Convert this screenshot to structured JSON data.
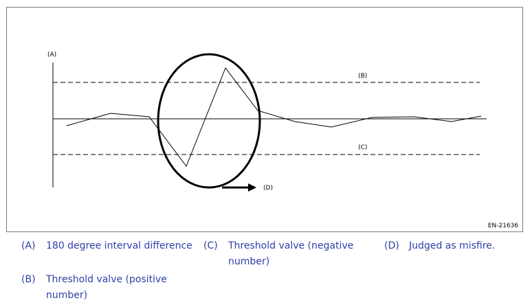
{
  "diagram": {
    "labels": {
      "a": "(A)",
      "b": "(B)",
      "c": "(C)",
      "d": "(D)"
    },
    "figure_code": "EN-21636"
  },
  "legend": [
    {
      "key": "(A)",
      "text": "180 degree interval difference"
    },
    {
      "key": "(B)",
      "text": "Threshold valve (positive number)"
    },
    {
      "key": "(C)",
      "text": "Threshold valve (negative number)"
    },
    {
      "key": "(D)",
      "text": "Judged as misfire."
    }
  ]
}
